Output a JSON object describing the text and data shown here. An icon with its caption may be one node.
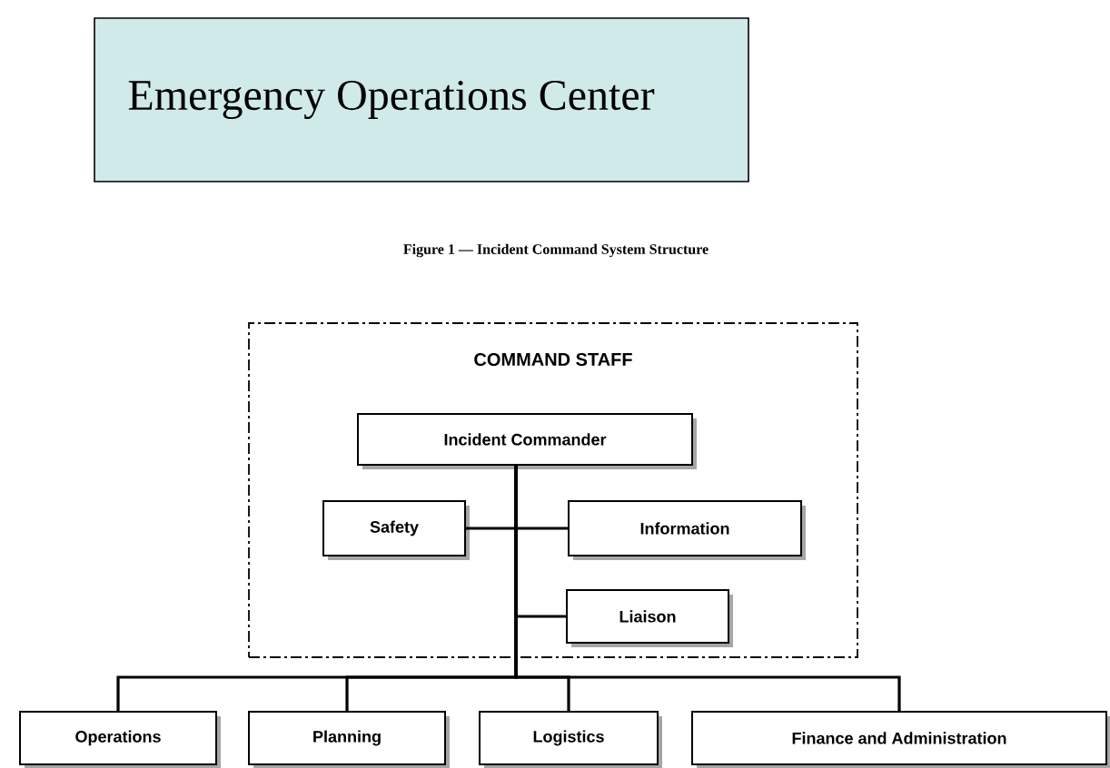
{
  "diagram": {
    "title": "Figure 1 — Incident Command System Structure",
    "nodes": [
      {
        "text": [
          "Emergency Operations Center"
        ]
      },
      {
        "text": [
          "COMMAND STAFF"
        ]
      },
      {
        "text": [
          "Incident Commander"
        ],
        "in": 1
      },
      {
        "text": [
          "Safety"
        ],
        "in": 1
      },
      {
        "text": [
          "Information"
        ],
        "in": 1
      },
      {
        "text": [
          "Liaison"
        ],
        "in": 1
      },
      {
        "text": [
          "Operations"
        ]
      },
      {
        "text": [
          "Planning"
        ]
      },
      {
        "text": [
          "Logistics"
        ]
      },
      {
        "text": [
          "Finance and Administration"
        ]
      }
    ],
    "edges": [
      {
        "from": 2,
        "to": 3,
        "arrow": "none"
      },
      {
        "from": 2,
        "to": 4,
        "arrow": "none"
      },
      {
        "from": 2,
        "to": 5,
        "arrow": "none"
      },
      {
        "from": 2,
        "to": 6,
        "arrow": "none"
      },
      {
        "from": 2,
        "to": 7,
        "arrow": "none"
      },
      {
        "from": 2,
        "to": 8,
        "arrow": "none"
      },
      {
        "from": 2,
        "to": 9,
        "arrow": "none"
      }
    ]
  }
}
